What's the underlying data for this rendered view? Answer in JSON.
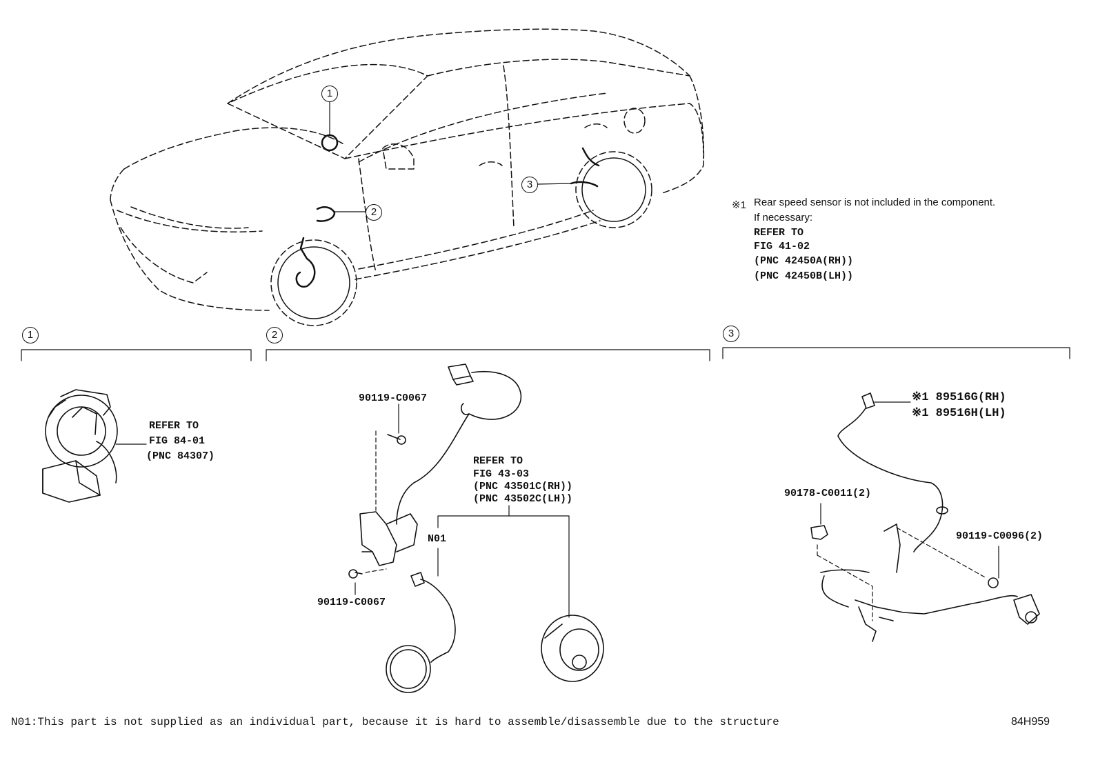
{
  "callouts": {
    "c1": "1",
    "c2": "2",
    "c3": "3"
  },
  "note": {
    "marker": "※1",
    "line1": "Rear speed sensor is not included in the component.",
    "line2": "If necessary:",
    "line3": "REFER TO",
    "line4": "FIG 41-02",
    "line5": "(PNC 42450A(RH))",
    "line6": "(PNC 42450B(LH))"
  },
  "section1": {
    "refer1": "REFER TO",
    "refer2": "FIG 84-01",
    "refer3": "(PNC 84307)"
  },
  "section2": {
    "part_top": "90119-C0067",
    "part_bottom": "90119-C0067",
    "n01": "N01",
    "refer1": "REFER TO",
    "refer2": "FIG 43-03",
    "refer3": "(PNC 43501C(RH))",
    "refer4": "(PNC 43502C(LH))"
  },
  "section3": {
    "sensor_rh": "※1 89516G(RH)",
    "sensor_lh": "※1 89516H(LH)",
    "nut": "90178-C0011(2)",
    "bolt": "90119-C0096(2)"
  },
  "footer": {
    "note": "N01:This part is not supplied as an individual part, because it is hard to assemble/disassemble due to the structure",
    "code": "84H959"
  }
}
